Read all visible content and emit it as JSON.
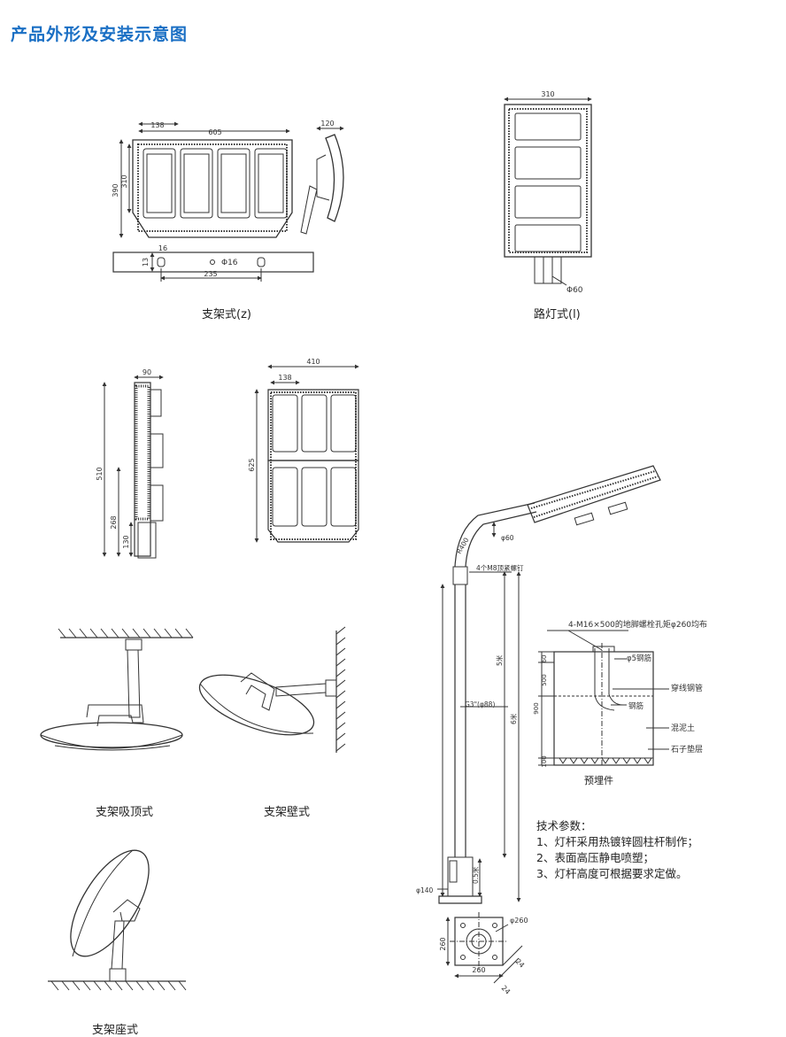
{
  "title": "产品外形及安装示意图",
  "captions": {
    "bracket_z": "支架式(z)",
    "street_l": "路灯式(l)",
    "ceiling": "支架吸顶式",
    "wall": "支架壁式",
    "seat": "支架座式",
    "embedded": "预埋件"
  },
  "dims": {
    "d605": "605",
    "d138a": "138",
    "d390": "390",
    "d310a": "310",
    "d120": "120",
    "d16": "16",
    "d13": "13",
    "phi16": "Φ16",
    "d235": "235",
    "d310b": "310",
    "phi60a": "Φ60",
    "d90": "90",
    "d510": "510",
    "d268": "268",
    "d130": "130",
    "d410": "410",
    "d138b": "138",
    "d625": "625",
    "phi60b": "φ60",
    "r400": "R400",
    "m8": "4个M8顶紧螺钉",
    "g3": "G3\"(φ88)",
    "m5": "5米",
    "m6": "6米",
    "m05": "0.5米",
    "phi140": "φ140",
    "phi260": "φ260",
    "d260a": "260",
    "d260b": "260",
    "d24a": "24",
    "d24b": "24"
  },
  "foundation": {
    "header": "4-M16×500的地脚螺栓孔矩φ260均布",
    "rebar5": "φ5钢筋",
    "pipe": "穿线钢管",
    "rebar": "钢筋",
    "concrete": "混泥土",
    "gravel": "石子垫层",
    "d60": "60",
    "d500": "500",
    "d900": "900",
    "d100": "100"
  },
  "tech": {
    "heading": "技术参数：",
    "items": [
      "1、灯杆采用热镀锌圆柱杆制作；",
      "2、表面高压静电喷塑；",
      "3、灯杆高度可根据要求定做。"
    ]
  },
  "colors": {
    "title": "#1a6fc4",
    "line": "#333333"
  }
}
